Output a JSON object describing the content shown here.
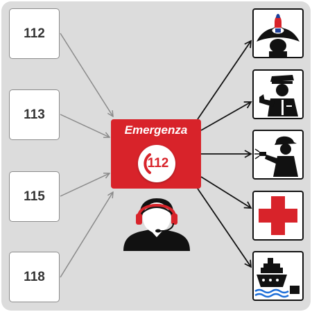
{
  "inputs": [
    {
      "number": "112"
    },
    {
      "number": "113"
    },
    {
      "number": "115"
    },
    {
      "number": "118"
    }
  ],
  "hub": {
    "title": "Emergenza",
    "logo_number": "112",
    "operator_icon": "headset-operator-icon"
  },
  "outputs": [
    {
      "icon": "carabiniere-icon"
    },
    {
      "icon": "police-officer-icon"
    },
    {
      "icon": "firefighter-icon"
    },
    {
      "icon": "red-cross-icon"
    },
    {
      "icon": "coast-guard-ship-icon"
    }
  ],
  "colors": {
    "background": "#dcdcdc",
    "hub_red": "#d8232a",
    "input_arrow": "#8a8a8a",
    "output_arrow": "#111111"
  }
}
